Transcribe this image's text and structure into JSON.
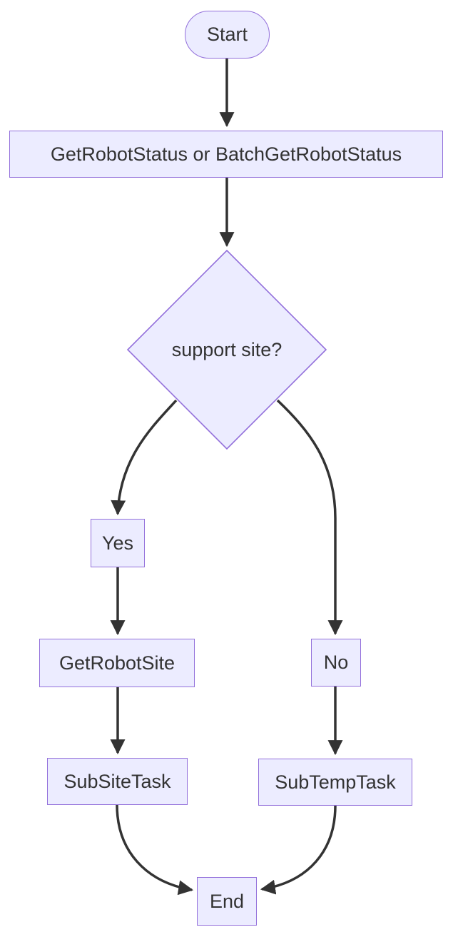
{
  "diagram": {
    "type": "flowchart",
    "direction": "top-down",
    "colors": {
      "background": "#ffffff",
      "node_fill": "#ECECFF",
      "node_border": "#9370DB",
      "text": "#333333",
      "edge": "#333333"
    },
    "nodes": {
      "start": {
        "label": "Start",
        "shape": "stadium"
      },
      "status": {
        "label": "GetRobotStatus or BatchGetRobotStatus",
        "shape": "rect"
      },
      "decision": {
        "label": "support site?",
        "shape": "diamond"
      },
      "yes": {
        "label": "Yes",
        "shape": "rect"
      },
      "no": {
        "label": "No",
        "shape": "rect"
      },
      "get_robot_site": {
        "label": "GetRobotSite",
        "shape": "rect"
      },
      "sub_site_task": {
        "label": "SubSiteTask",
        "shape": "rect"
      },
      "sub_temp_task": {
        "label": "SubTempTask",
        "shape": "rect"
      },
      "end": {
        "label": "End",
        "shape": "rect"
      }
    },
    "edges": [
      {
        "from": "start",
        "to": "status"
      },
      {
        "from": "status",
        "to": "decision"
      },
      {
        "from": "decision",
        "to": "yes"
      },
      {
        "from": "yes",
        "to": "get_robot_site"
      },
      {
        "from": "get_robot_site",
        "to": "sub_site_task"
      },
      {
        "from": "decision",
        "to": "no"
      },
      {
        "from": "no",
        "to": "sub_temp_task"
      },
      {
        "from": "sub_site_task",
        "to": "end"
      },
      {
        "from": "sub_temp_task",
        "to": "end"
      }
    ]
  }
}
